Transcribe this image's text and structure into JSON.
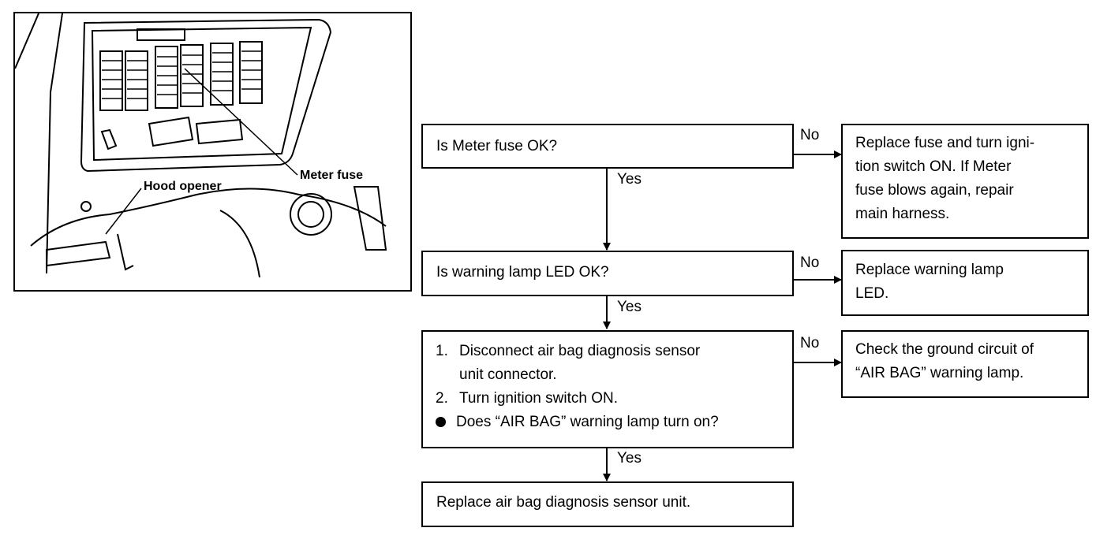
{
  "figure": {
    "callouts": {
      "meter_fuse": "Meter fuse",
      "hood_opener": "Hood opener"
    }
  },
  "flow": {
    "q1": "Is Meter fuse OK?",
    "q1_no_action": [
      "Replace fuse and turn igni-",
      "tion switch ON. If Meter",
      "fuse blows again, repair",
      "main harness."
    ],
    "q2": "Is warning lamp LED OK?",
    "q2_no_action": [
      "Replace warning lamp",
      "LED."
    ],
    "q3_steps": [
      {
        "marker": "1.",
        "lines": [
          "Disconnect air bag diagnosis sensor",
          "unit connector."
        ]
      },
      {
        "marker": "2.",
        "lines": [
          "Turn ignition switch ON."
        ]
      },
      {
        "marker": "bullet",
        "lines": [
          "Does “AIR BAG” warning lamp turn on?"
        ]
      }
    ],
    "q3_no_action": [
      "Check the ground circuit of",
      "“AIR BAG” warning lamp."
    ],
    "final_action": "Replace air bag diagnosis sensor unit.",
    "labels": {
      "yes": "Yes",
      "no": "No"
    }
  }
}
